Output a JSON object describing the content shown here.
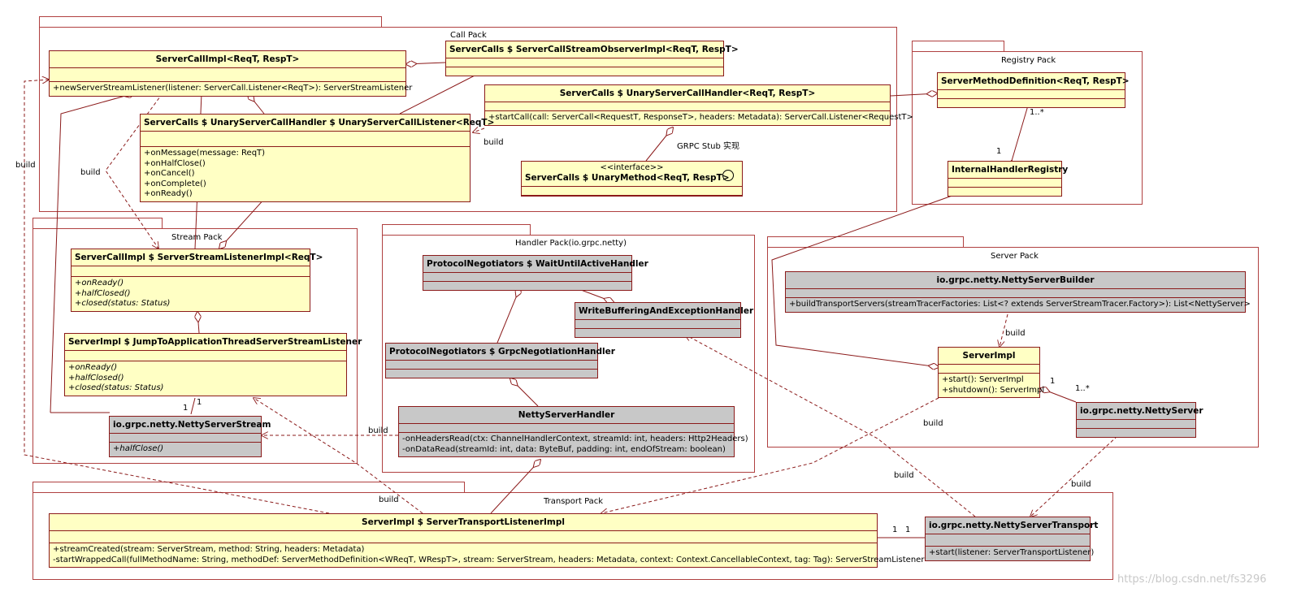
{
  "packages": {
    "call": "Call Pack",
    "registry": "Registry Pack",
    "stream": "Stream Pack",
    "handler": "Handler Pack(io.grpc.netty)",
    "server": "Server Pack",
    "transport": "Transport Pack"
  },
  "classes": {
    "server_call_impl": {
      "name": "ServerCallImpl<ReqT, RespT>",
      "ops": [
        "+newServerStreamListener(listener: ServerCall.Listener<ReqT>): ServerStreamListener"
      ]
    },
    "stream_observer_impl": {
      "name": "ServerCalls $ ServerCallStreamObserverImpl<ReqT, RespT>"
    },
    "unary_handler": {
      "name": "ServerCalls $ UnaryServerCallHandler<ReqT, RespT>",
      "ops": [
        "+startCall(call: ServerCall<RequestT, ResponseT>, headers: Metadata): ServerCall.Listener<RequestT>"
      ]
    },
    "unary_listener": {
      "name": "ServerCalls $ UnaryServerCallHandler $ UnaryServerCallListener<ReqT>",
      "ops": [
        "+onMessage(message: ReqT)",
        "+onHalfClose()",
        "+onCancel()",
        "+onComplete()",
        "+onReady()"
      ]
    },
    "unary_method": {
      "stereotype": "<<interface>>",
      "name": "ServerCalls $ UnaryMethod<ReqT, RespT>"
    },
    "method_definition": {
      "name": "ServerMethodDefinition<ReqT, RespT>"
    },
    "internal_registry": {
      "name": "InternalHandlerRegistry"
    },
    "stream_listener_impl": {
      "name": "ServerCallImpl $ ServerStreamListenerImpl<ReqT>",
      "ops": [
        "+onReady()",
        "+halfClosed()",
        "+closed(status: Status)"
      ]
    },
    "jump_listener": {
      "name": "ServerImpl $ JumpToApplicationThreadServerStreamListener",
      "ops": [
        "+onReady()",
        "+halfClosed()",
        "+closed(status: Status)"
      ]
    },
    "netty_stream": {
      "name": "io.grpc.netty.NettyServerStream",
      "ops": [
        "+halfClose()"
      ]
    },
    "wait_handler": {
      "name": "ProtocolNegotiators $ WaitUntilActiveHandler"
    },
    "write_handler": {
      "name": "WriteBufferingAndExceptionHandler"
    },
    "grpc_negotiation": {
      "name": "ProtocolNegotiators $ GrpcNegotiationHandler"
    },
    "netty_handler": {
      "name": "NettyServerHandler",
      "ops": [
        "-onHeadersRead(ctx: ChannelHandlerContext, streamId: int, headers: Http2Headers)",
        "-onDataRead(streamId: int, data: ByteBuf, padding: int, endOfStream: boolean)"
      ]
    },
    "server_builder": {
      "name": "io.grpc.netty.NettyServerBuilder",
      "ops": [
        "+buildTransportServers(streamTracerFactories: List<? extends ServerStreamTracer.Factory>): List<NettyServer>"
      ]
    },
    "server_impl": {
      "name": "ServerImpl",
      "ops": [
        "+start(): ServerImpl",
        "+shutdown(): ServerImpl"
      ]
    },
    "netty_server": {
      "name": "io.grpc.netty.NettyServer"
    },
    "transport_listener": {
      "name": "ServerImpl $ ServerTransportListenerImpl",
      "ops": [
        "+streamCreated(stream: ServerStream, method: String, headers: Metadata)",
        "-startWrappedCall(fullMethodName: String, methodDef: ServerMethodDefinition<WReqT, WRespT>, stream: ServerStream, headers: Metadata, context: Context.CancellableContext, tag: Tag): ServerStreamListener"
      ]
    },
    "netty_transport": {
      "name": "io.grpc.netty.NettyServerTransport",
      "ops": [
        "+start(listener: ServerTransportListener)"
      ]
    }
  },
  "labels": {
    "build": "build",
    "grpc_stub": "GRPC Stub 实现",
    "one": "1",
    "one_many": "1..*"
  },
  "watermark": "https://blog.csdn.net/fs3296"
}
